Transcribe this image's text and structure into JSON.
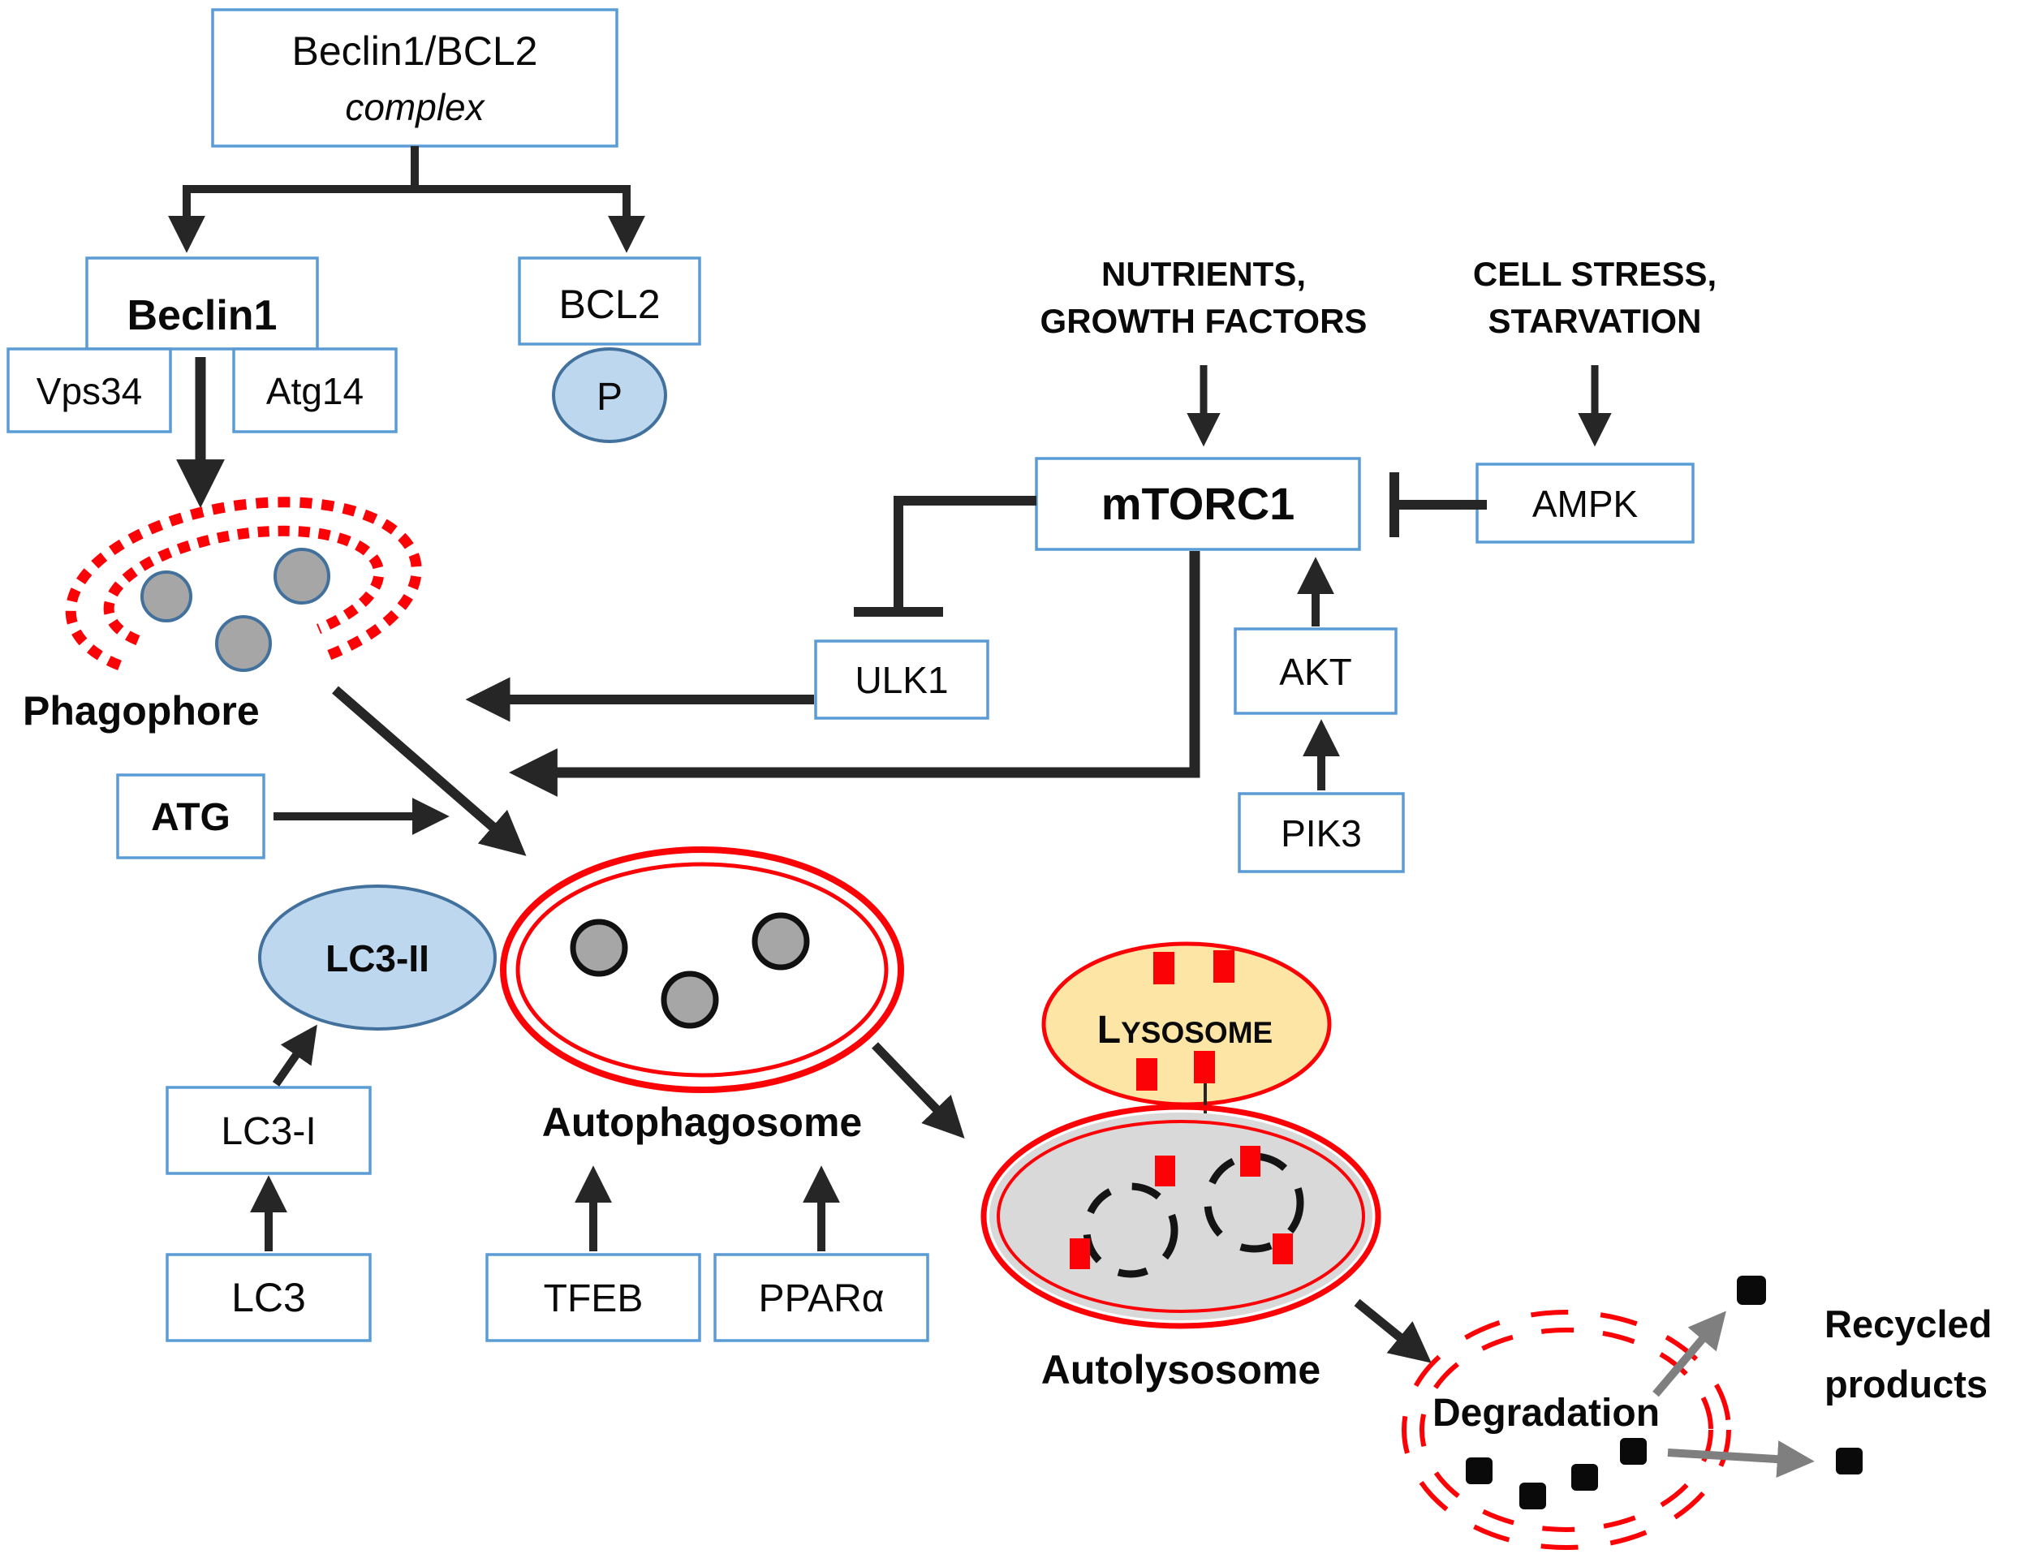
{
  "colors": {
    "box_border": "#5B9BD5",
    "ellipse_border": "#41719C",
    "light_blue": "#BDD7EE",
    "red": "#FB0207",
    "lysosome_fill": "#FCE5A5",
    "autolysosome_fill": "#D9D9D9",
    "organelle_gray": "#A6A6A6",
    "arrow": "#262626",
    "gray_arrow": "#7F7F7F",
    "text": "#0A0A0A"
  },
  "diagram": {
    "top_box": {
      "line1": "Beclin1/BCL2",
      "line2": "complex"
    },
    "boxes": {
      "beclin1": "Beclin1",
      "bcl2": "BCL2",
      "vps34": "Vps34",
      "atg14": "Atg14",
      "ulk1": "ULK1",
      "mtorc1": "mTORC1",
      "ampk": "AMPK",
      "akt": "AKT",
      "pik3": "PIK3",
      "atg": "ATG",
      "lc3": "LC3",
      "lc3_i": "LC3-I",
      "tfeb": "TFEB",
      "ppar_alpha": "PPARα"
    },
    "ellipses": {
      "phospho": "P",
      "lc3_ii": "LC3-II"
    },
    "inputs": {
      "nutrients_line1": "NUTRIENTS,",
      "nutrients_line2": "GROWTH FACTORS",
      "stress_line1": "CELL STRESS,",
      "stress_line2": "STARVATION"
    },
    "labels": {
      "phagophore": "Phagophore",
      "autophagosome": "Autophagosome",
      "autolysosome": "Autolysosome",
      "degradation": "Degradation"
    },
    "lysosome": {
      "initial": "L",
      "rest": "YSOSOME"
    },
    "recycled": {
      "line1": "Recycled",
      "line2": "products"
    }
  }
}
